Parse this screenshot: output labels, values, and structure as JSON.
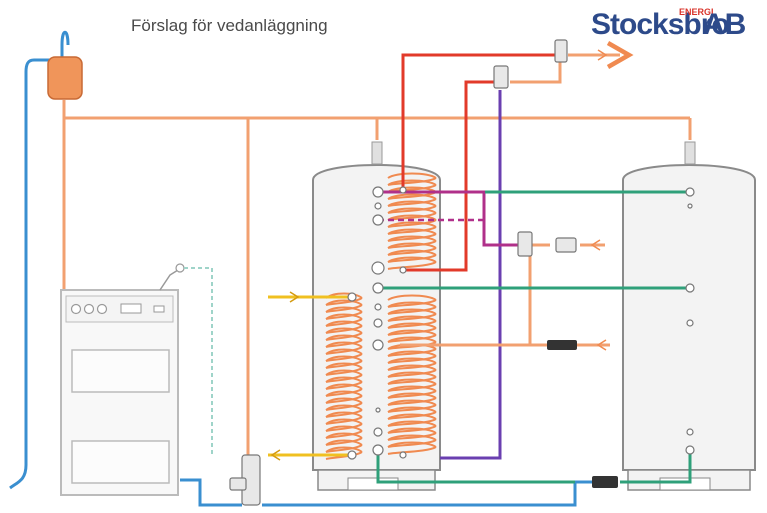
{
  "title": "Förslag för vedanläggning",
  "logo": {
    "main": "Stocksbro",
    "ab": "AB",
    "superscript": "ENERGI"
  },
  "colors": {
    "hot": "#e23a2a",
    "warm": "#f2a070",
    "return_cold": "#3a8fd0",
    "green": "#2fa07a",
    "purple": "#6a3fb0",
    "magenta": "#b0308a",
    "yellow": "#f0c020",
    "coil": "#f08a50",
    "tank": "#f3f3f3",
    "outline": "#8a8a8a",
    "boiler_line": "#bbbbbb",
    "expansion": "#f0955a",
    "logo": "#2d4a8a",
    "logo_accent": "#d9342b"
  },
  "icons": [
    "expansion-tank-icon",
    "mixing-valve-icon",
    "circulation-pump-icon",
    "thermometer-icon",
    "flow-arrow-icon"
  ]
}
